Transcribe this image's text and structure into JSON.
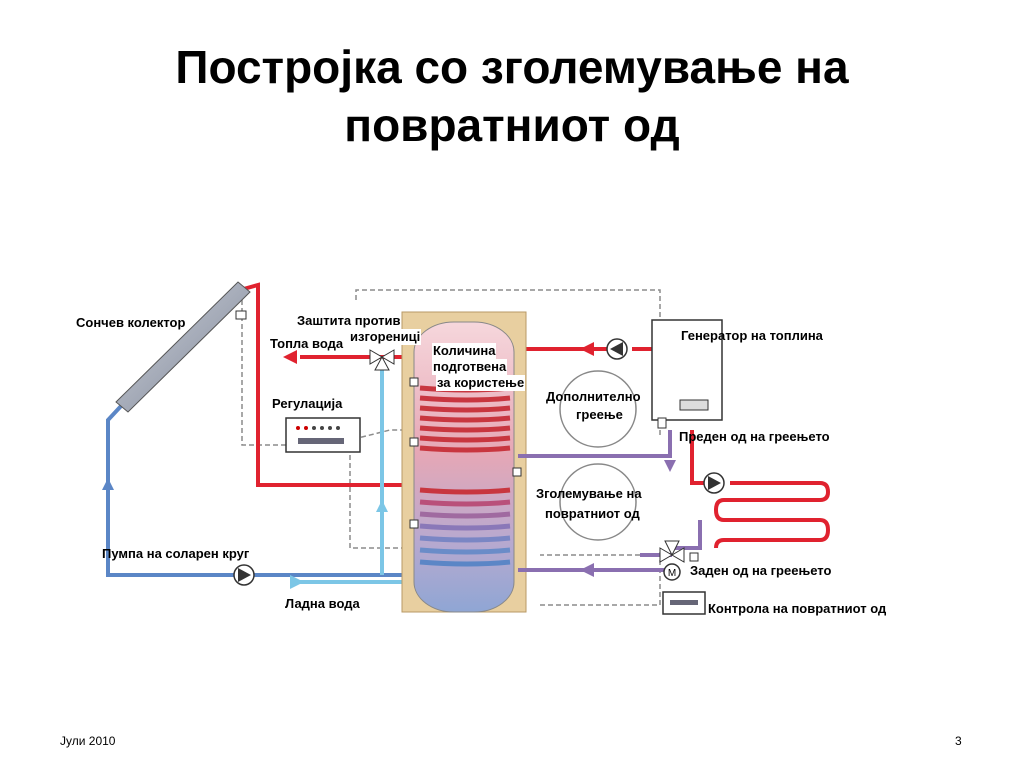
{
  "slide": {
    "title_line1": "Постројка со зголемување на",
    "title_line2": "повратниот од",
    "footer_date": "Јули 2010",
    "page_number": "3"
  },
  "labels": {
    "solar_collector": "Сончев колектор",
    "scald_protection_1": "Заштита против",
    "scald_protection_2": "изгорениці",
    "hot_water": "Топла вода",
    "quantity_1": "Количина",
    "quantity_2": "подготвена",
    "quantity_3": "за користење",
    "regulation": "Регулација",
    "heat_generator": "Генератор на топлина",
    "additional_1": "Дополнително",
    "additional_2": "греење",
    "heating_flow": "Преден од на греењето",
    "return_boost_1": "Зголемување на",
    "return_boost_2": "повратниот од",
    "solar_pump": "Пумпа на соларен круг",
    "heating_return": "Заден од на греењето",
    "cold_water": "Ладна вода",
    "return_control": "Контрола на повратниот од"
  },
  "colors": {
    "hot": "#e0222f",
    "cold": "#5b86c6",
    "mid": "#8a6fb0",
    "light_blue": "#7cc6e6",
    "tank_wood": "#e8cfa0",
    "dashed": "#888888"
  },
  "icons": [
    "pump-icon",
    "valve-icon",
    "motor-icon",
    "sensor-icon"
  ]
}
